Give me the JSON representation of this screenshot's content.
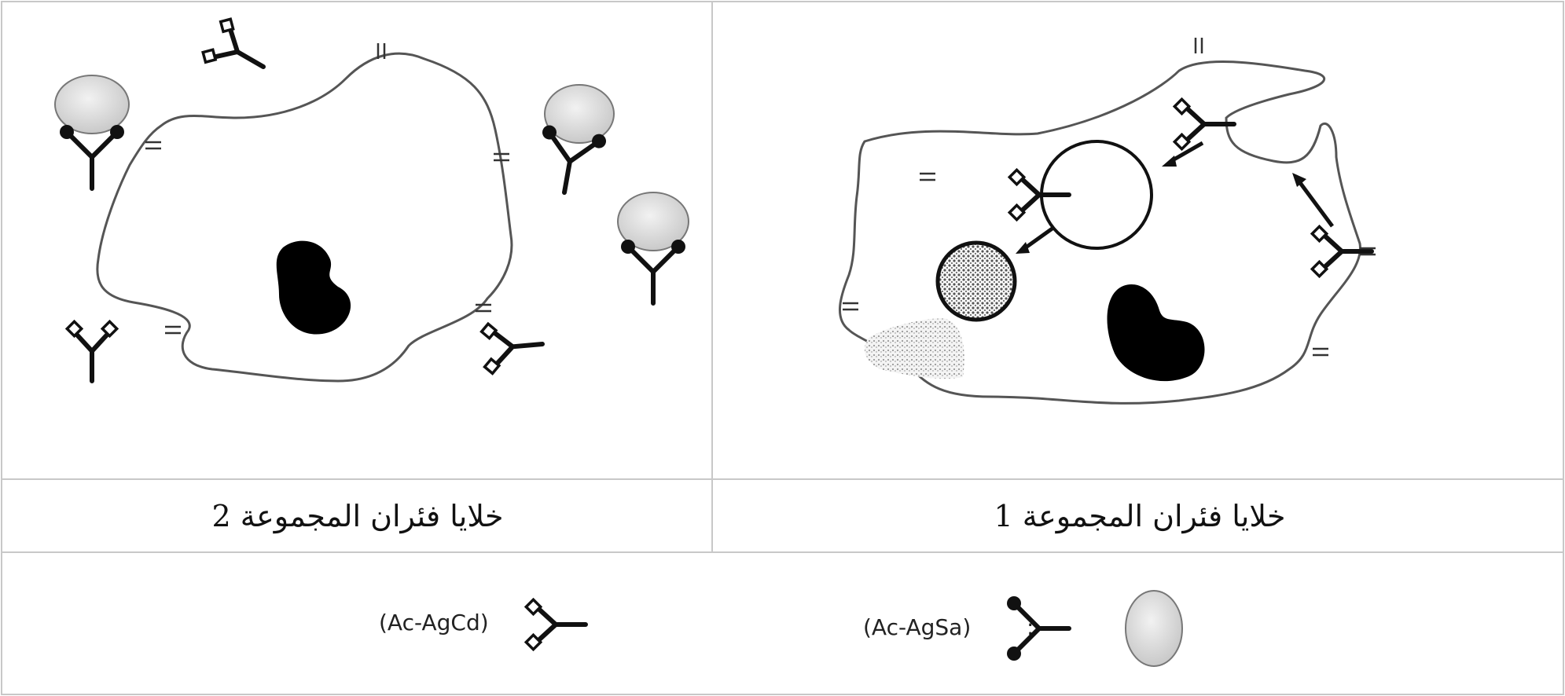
{
  "panels": {
    "left": {
      "caption": "خلايا فئران المجموعة 2"
    },
    "right": {
      "caption": "خلايا فئران المجموعة 1"
    }
  },
  "legend": {
    "complex_cd": {
      "label": "(Ac-AgCd)",
      "separator": ":"
    },
    "complex_sa": {
      "label": "(Ac-AgSa)",
      "separator": ":"
    }
  },
  "colors": {
    "membrane": "#555555",
    "antibody": "#111111",
    "antigen": "#dedede",
    "nucleus": "#000000",
    "table_border": "#c8c8c8"
  },
  "icons": [
    "antibody-icon",
    "antigen-icon",
    "nucleus-icon",
    "vesicle-icon",
    "lysosome-icon",
    "arrow-icon"
  ]
}
